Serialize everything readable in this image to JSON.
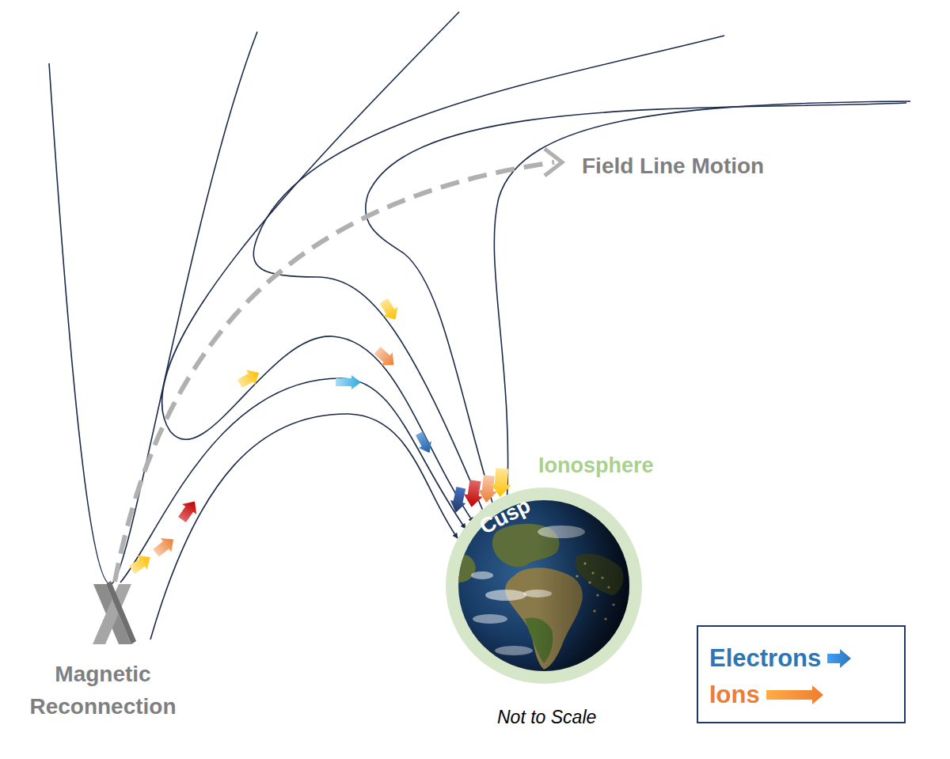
{
  "diagram": {
    "nodes": [
      {
        "text": [
          "Ionosphere"
        ]
      },
      {
        "text": [
          "Cusp"
        ],
        "in": 0
      }
    ],
    "labels": [
      "Field Line Motion",
      "Magnetic Reconnection",
      "Not to Scale"
    ],
    "legend": [
      {
        "text": "Electrons",
        "color": "#2e75b6"
      },
      {
        "text": "Ions",
        "color": "#ed7d31"
      }
    ]
  }
}
